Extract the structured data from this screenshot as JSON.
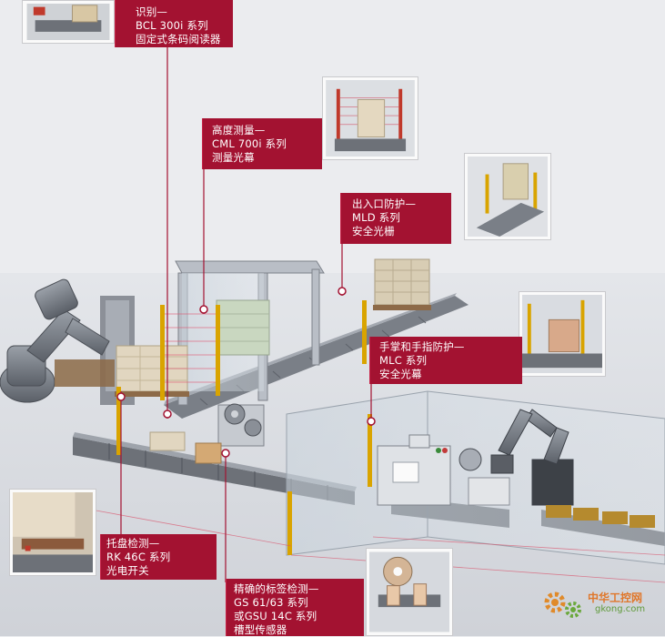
{
  "callouts": {
    "identify": {
      "lines": [
        "识别—",
        "BCL 300i 系列",
        "固定式条码阅读器"
      ]
    },
    "height": {
      "lines": [
        "高度测量—",
        "CML 700i 系列",
        "测量光幕"
      ]
    },
    "entrance": {
      "lines": [
        "出入口防护—",
        "MLD 系列",
        "安全光栅"
      ]
    },
    "hand": {
      "lines": [
        "手掌和手指防护—",
        "MLC 系列",
        "安全光幕"
      ]
    },
    "pallet": {
      "lines": [
        "托盘检测—",
        "RK 46C 系列",
        "光电开关"
      ]
    },
    "label": {
      "lines": [
        "精确的标签检测—",
        "GS 61/63 系列",
        "或GSU 14C 系列",
        "槽型传感器"
      ]
    }
  },
  "watermark": {
    "name": "中华工控网",
    "url": "gkong.com"
  },
  "colors": {
    "accent": "#a31231",
    "floor": "#dadce1",
    "box": "#d7c9ad",
    "conveyor": "#6d7178"
  }
}
